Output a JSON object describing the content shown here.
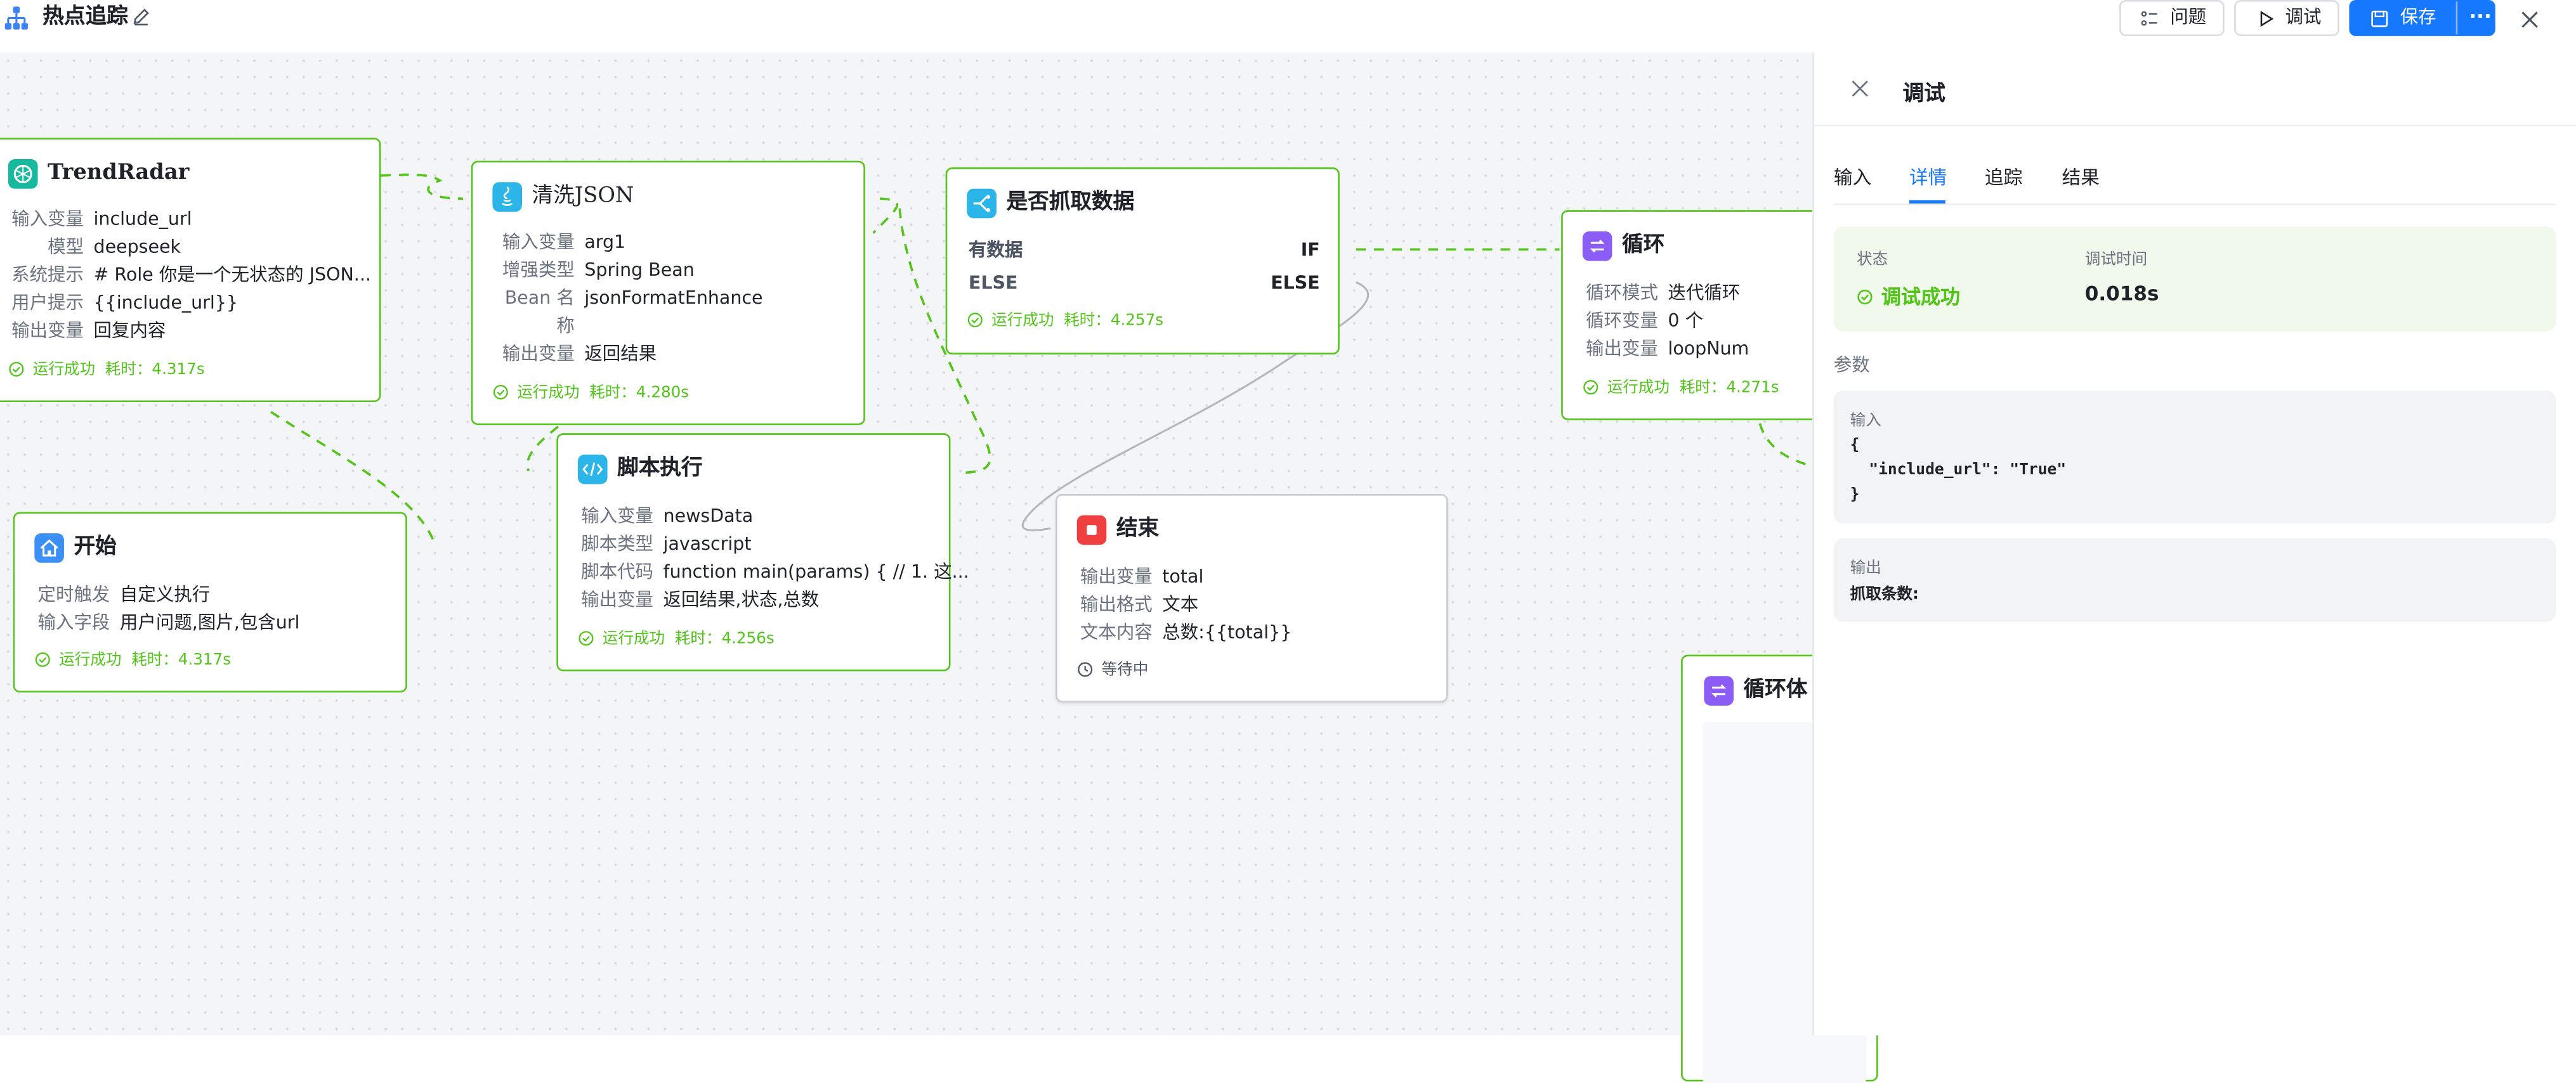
{
  "header": {
    "title": "热点追踪",
    "issues_label": "问题",
    "debug_label": "调试",
    "save_label": "保存",
    "more_label": "···"
  },
  "colors": {
    "accent": "#1677ff",
    "success": "#52c41a",
    "ai_node": "#16b89e",
    "json_node": "#2bb5e8",
    "start_node": "#3b8ff5",
    "loop_node": "#8b5cf6",
    "end_node": "#ef3f3f"
  },
  "nodes": {
    "trendradar": {
      "title": "TrendRadar",
      "icon": "openai-icon",
      "rows": [
        {
          "k": "输入变量",
          "v": "include_url"
        },
        {
          "k": "模型",
          "v": "deepseek"
        },
        {
          "k": "系统提示",
          "v": "# Role 你是一个无状态的 JSON..."
        },
        {
          "k": "用户提示",
          "v": "{{include_url}}"
        },
        {
          "k": "输出变量",
          "v": "回复内容"
        }
      ],
      "status": "运行成功",
      "time": "耗时：4.317s"
    },
    "clean_json": {
      "title": "清洗JSON",
      "icon": "java-icon",
      "rows": [
        {
          "k": "输入变量",
          "v": "arg1"
        },
        {
          "k": "增强类型",
          "v": "Spring Bean"
        },
        {
          "k": "Bean 名",
          "v": "jsonFormatEnhance"
        },
        {
          "k": "称",
          "v": ""
        },
        {
          "k": "输出变量",
          "v": "返回结果"
        }
      ],
      "status": "运行成功",
      "time": "耗时：4.280s"
    },
    "is_fetch": {
      "title": "是否抓取数据",
      "icon": "branch-icon",
      "rows": [
        {
          "k": "有数据",
          "v": "IF"
        },
        {
          "k": "ELSE",
          "v": "ELSE"
        }
      ],
      "status": "运行成功",
      "time": "耗时：4.257s"
    },
    "loop": {
      "title": "循环",
      "icon": "loop-icon",
      "rows": [
        {
          "k": "循环模式",
          "v": "迭代循环"
        },
        {
          "k": "循环变量",
          "v": "0 个"
        },
        {
          "k": "输出变量",
          "v": "loopNum"
        }
      ],
      "status": "运行成功",
      "time": "耗时：4.271s"
    },
    "start": {
      "title": "开始",
      "icon": "home-icon",
      "rows": [
        {
          "k": "定时触发",
          "v": "自定义执行"
        },
        {
          "k": "输入字段",
          "v": "用户问题,图片,包含url"
        }
      ],
      "status": "运行成功",
      "time": "耗时：4.317s"
    },
    "script": {
      "title": "脚本执行",
      "icon": "code-icon",
      "rows": [
        {
          "k": "输入变量",
          "v": "newsData"
        },
        {
          "k": "脚本类型",
          "v": "javascript"
        },
        {
          "k": "脚本代码",
          "v": "function main(params) { // 1. 这..."
        },
        {
          "k": "输出变量",
          "v": "返回结果,状态,总数"
        }
      ],
      "status": "运行成功",
      "time": "耗时：4.256s"
    },
    "end": {
      "title": "结束",
      "icon": "stop-icon",
      "rows": [
        {
          "k": "输出变量",
          "v": "total"
        },
        {
          "k": "输出格式",
          "v": "文本"
        },
        {
          "k": "文本内容",
          "v": "总数:{{total}}"
        }
      ],
      "status": "等待中"
    },
    "loop_body": {
      "title": "循环体",
      "icon": "loop-icon"
    }
  },
  "panel": {
    "title": "调试",
    "tabs": [
      "输入",
      "详情",
      "追踪",
      "结果"
    ],
    "active_tab": "详情",
    "status_header": "状态",
    "status_value": "调试成功",
    "time_header": "调试时间",
    "time_value": "0.018s",
    "params_label": "参数",
    "input_header": "输入",
    "input_code": "{\n  \"include_url\": \"True\"\n}",
    "output_header": "输出",
    "output_value": "抓取条数:"
  }
}
